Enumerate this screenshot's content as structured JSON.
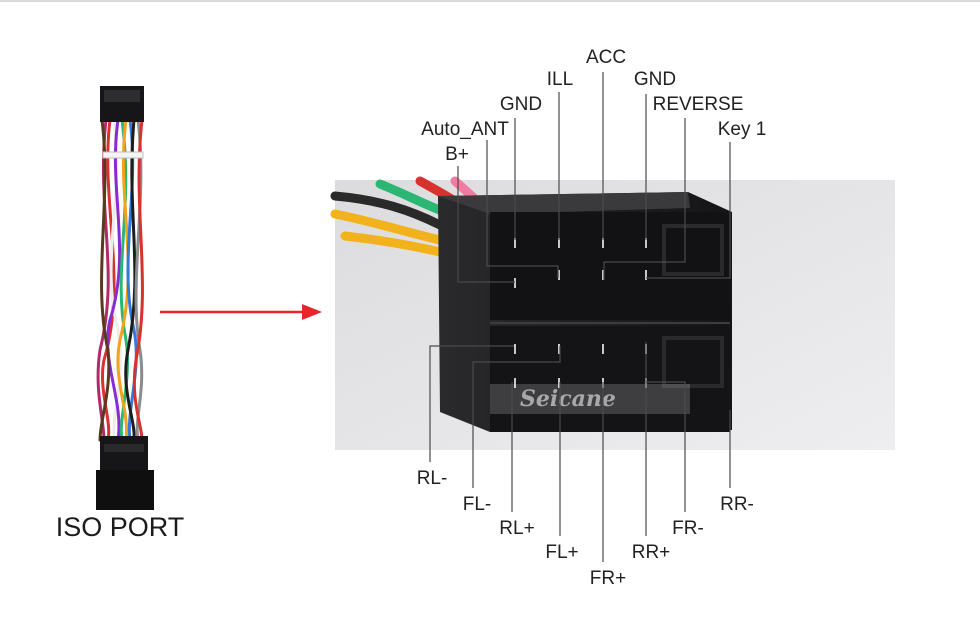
{
  "colors": {
    "arrow": "#e8262a",
    "leader_line": "#4a4a4a",
    "connector_body": "#1b1b1d",
    "photo_background": "#e6e6e8",
    "label_text": "#222222"
  },
  "caption": "ISO PORT",
  "watermark": "Seicane",
  "top_pins": [
    {
      "label": "ACC"
    },
    {
      "label": "ILL"
    },
    {
      "label": "GND"
    },
    {
      "label": "GND"
    },
    {
      "label": "REVERSE"
    },
    {
      "label": "Auto_ANT"
    },
    {
      "label": "Key 1"
    },
    {
      "label": "B+"
    }
  ],
  "bottom_pins": [
    {
      "label": "RL-"
    },
    {
      "label": "FL-"
    },
    {
      "label": "RL+"
    },
    {
      "label": "FL+"
    },
    {
      "label": "FR+"
    },
    {
      "label": "RR+"
    },
    {
      "label": "FR-"
    },
    {
      "label": "RR-"
    }
  ]
}
